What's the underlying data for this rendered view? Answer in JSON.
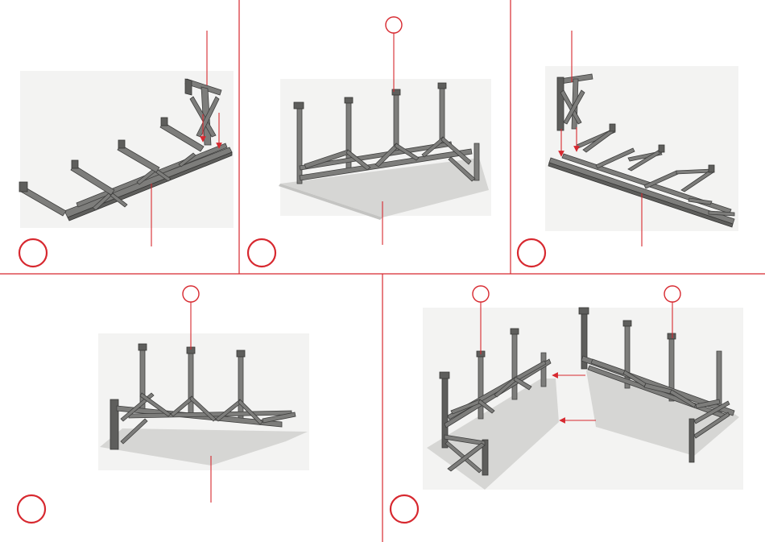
{
  "colors": {
    "accent": "#d7282f",
    "frame": "#7d7d7b",
    "base_plate": "#d6d6d4"
  },
  "steps": [
    {
      "id": "step-1",
      "part_label": "",
      "assembly_label": ""
    },
    {
      "id": "step-2",
      "part_label": "",
      "assembly_label": ""
    },
    {
      "id": "step-3",
      "part_label": "",
      "assembly_label": ""
    },
    {
      "id": "step-4",
      "part_label": "",
      "assembly_label": ""
    },
    {
      "id": "step-5",
      "part_labels": [
        "",
        ""
      ]
    }
  ]
}
